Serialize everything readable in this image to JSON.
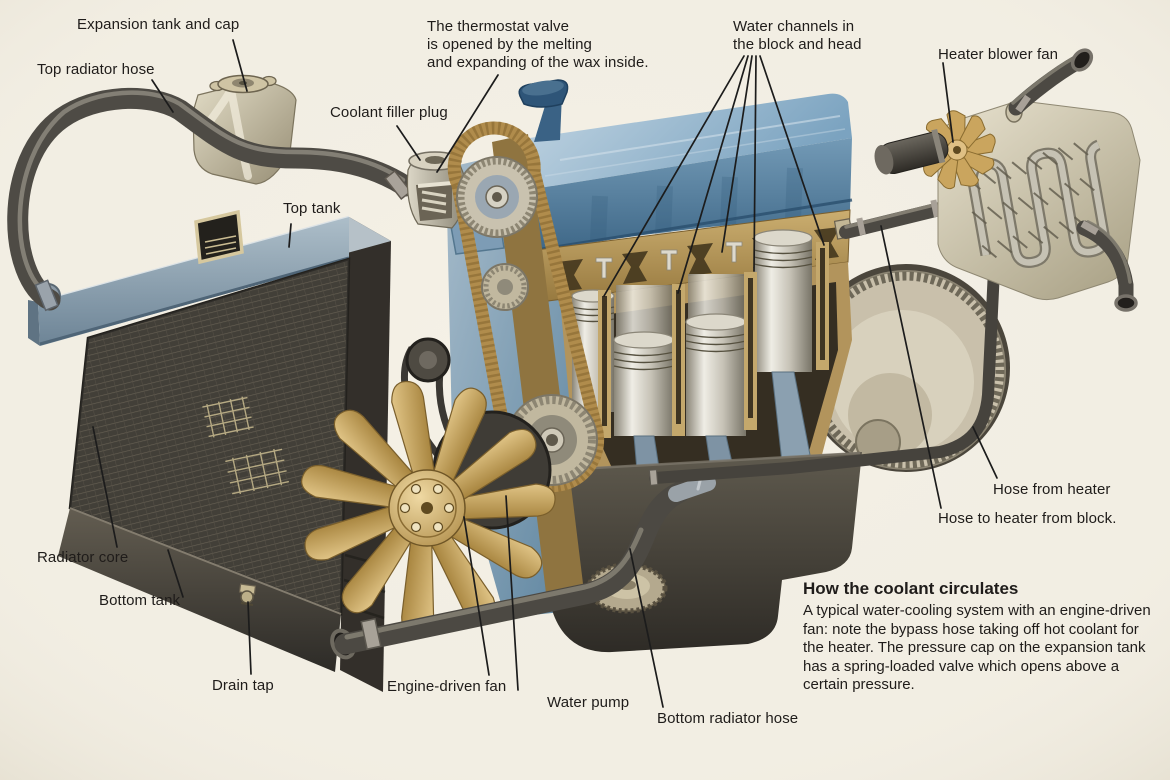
{
  "labels": {
    "expansion_tank": "Expansion tank and cap",
    "top_radiator_hose": "Top radiator hose",
    "coolant_filler_plug": "Coolant filler plug",
    "thermostat_note": "The thermostat valve\nis opened by the melting\nand expanding of the wax inside.",
    "water_channels": "Water channels in\nthe block and head",
    "heater_blower_fan": "Heater blower fan",
    "top_tank": "Top tank",
    "radiator_core": "Radiator core",
    "bottom_tank": "Bottom tank",
    "drain_tap": "Drain tap",
    "engine_driven_fan": "Engine-driven fan",
    "water_pump": "Water pump",
    "bottom_radiator_hose": "Bottom radiator hose",
    "hose_from_heater": "Hose from heater",
    "hose_to_heater": "Hose to heater from block."
  },
  "caption": {
    "title": "How the coolant circulates",
    "body": "A typical water-cooling system with an engine-driven\nfan: note the bypass hose taking off hot coolant for\nthe heater. The pressure cap on the expansion tank\nhas a spring-loaded valve which opens above a\ncertain pressure."
  },
  "colors": {
    "background": "#f2eee3",
    "label_text": "#1f1c1a",
    "engine_blue": "#6a91ad",
    "cutaway_tan": "#b2945c",
    "fan_gold": "#c8a765",
    "radiator_dark": "#3b3835",
    "hose_gray": "#4e4b45",
    "heater_beige": "#d9d2bf"
  }
}
